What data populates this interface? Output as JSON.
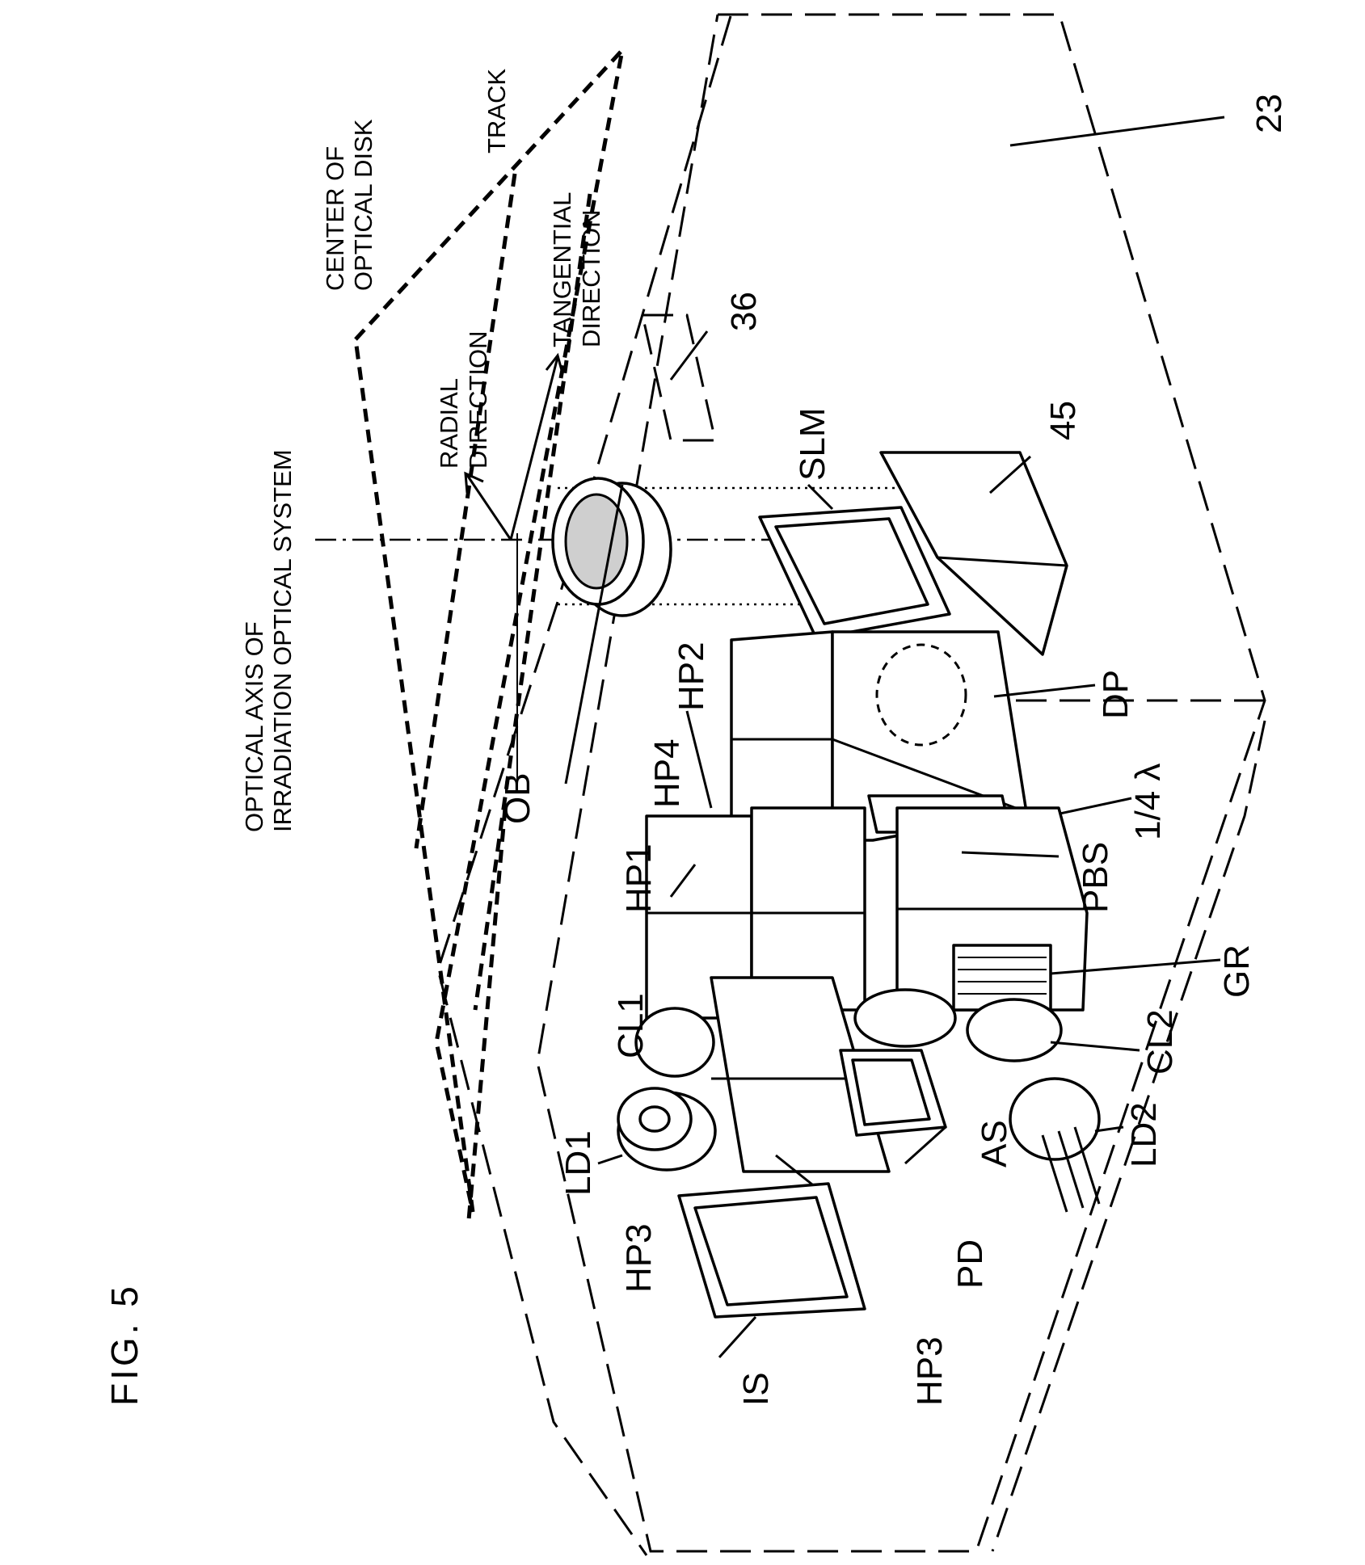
{
  "figure": {
    "title": "FIG. 5"
  },
  "labels": {
    "optical_axis": [
      "OPTICAL AXIS OF",
      "IRRADIATION OPTICAL SYSTEM"
    ],
    "center_disk": [
      "CENTER OF",
      "OPTICAL DISK"
    ],
    "track": "TRACK",
    "radial": [
      "RADIAL",
      "DIRECTION"
    ],
    "tangential": [
      "TANGENTIAL",
      "DIRECTION"
    ],
    "n23": "23",
    "n36": "36",
    "n45": "45",
    "slm": "SLM",
    "ob": "OB",
    "hp1": "HP1",
    "hp2": "HP2",
    "hp3a": "HP3",
    "hp3b": "HP3",
    "hp4": "HP4",
    "dp": "DP",
    "quarter": "1/4 λ",
    "pbs": "PBS",
    "gr": "GR",
    "cl1": "CL1",
    "cl2": "CL2",
    "ld1": "LD1",
    "ld2": "LD2",
    "as": "AS",
    "pd": "PD",
    "is": "IS"
  }
}
